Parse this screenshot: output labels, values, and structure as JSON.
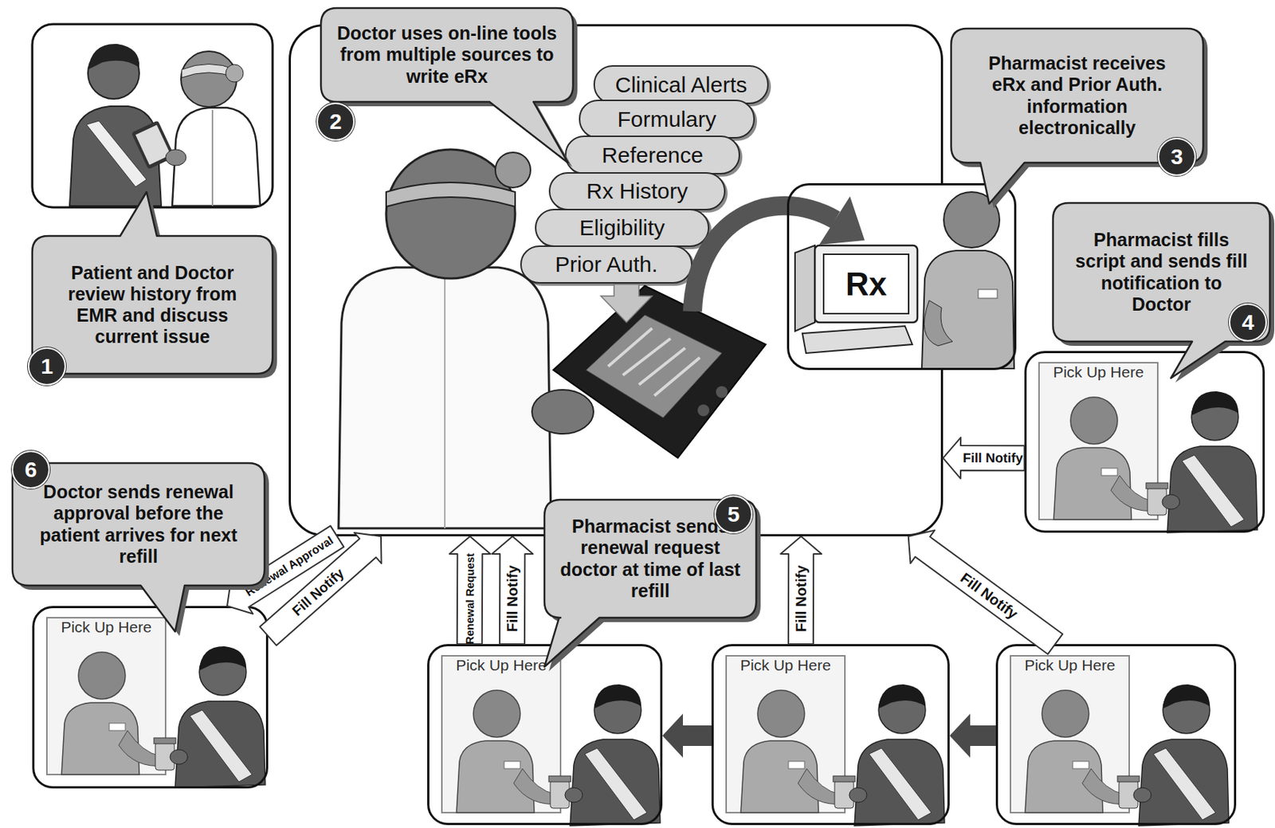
{
  "diagram": {
    "nodes": [
      {
        "text": [
          "Patient and Doctor review history from EMR and discuss current issue"
        ]
      },
      {
        "text": []
      },
      {
        "text": [
          "Doctor uses on-line tools from multiple sources to write eRx"
        ]
      },
      {
        "text": [
          "Clinical Alerts"
        ],
        "in": 1
      },
      {
        "text": [
          "Formulary"
        ],
        "in": 1
      },
      {
        "text": [
          "Reference"
        ],
        "in": 1
      },
      {
        "text": [
          "Rx History"
        ],
        "in": 1
      },
      {
        "text": [
          "Eligibility"
        ],
        "in": 1
      },
      {
        "text": [
          "Prior Auth."
        ],
        "in": 1
      },
      {
        "text": [
          "Rx"
        ]
      },
      {
        "text": [
          "Pharmacist receives eRx and Prior Auth. information electronically"
        ]
      },
      {
        "text": [
          "Pharmacist fills script and sends fill notification to Doctor"
        ]
      },
      {
        "text": [
          "Pick Up Here"
        ]
      },
      {
        "text": [
          "Doctor sends renewal approval before the patient arrives for next refill"
        ]
      },
      {
        "text": [
          "Pick Up Here"
        ]
      },
      {
        "text": [
          "Pharmacist sends renewal request doctor at time of last refill"
        ]
      },
      {
        "text": [
          "Pick Up Here"
        ]
      },
      {
        "text": [
          "Pick Up Here"
        ]
      },
      {
        "text": [
          "Pick Up Here"
        ]
      }
    ],
    "edges": [
      {
        "from": 12,
        "to": 1,
        "label": "Fill Notify",
        "arrow": "to"
      },
      {
        "from": 18,
        "to": 1,
        "label": "Fill Notify",
        "arrow": "to"
      },
      {
        "from": 17,
        "to": 1,
        "label": "Fill Notify",
        "arrow": "to"
      },
      {
        "from": 16,
        "to": 1,
        "label": "Renewal Request",
        "arrow": "to"
      },
      {
        "from": 16,
        "to": 1,
        "label": "Fill Notify",
        "arrow": "to"
      },
      {
        "from": 1,
        "to": 14,
        "label": "Renewal Approval",
        "arrow": "to"
      },
      {
        "from": 14,
        "to": 1,
        "label": "Fill Notify",
        "arrow": "to"
      },
      {
        "from": 18,
        "to": 17,
        "arrow": "to"
      },
      {
        "from": 17,
        "to": 16,
        "arrow": "to"
      }
    ],
    "labels": [
      "1",
      "2",
      "3",
      "4",
      "5",
      "6"
    ]
  }
}
